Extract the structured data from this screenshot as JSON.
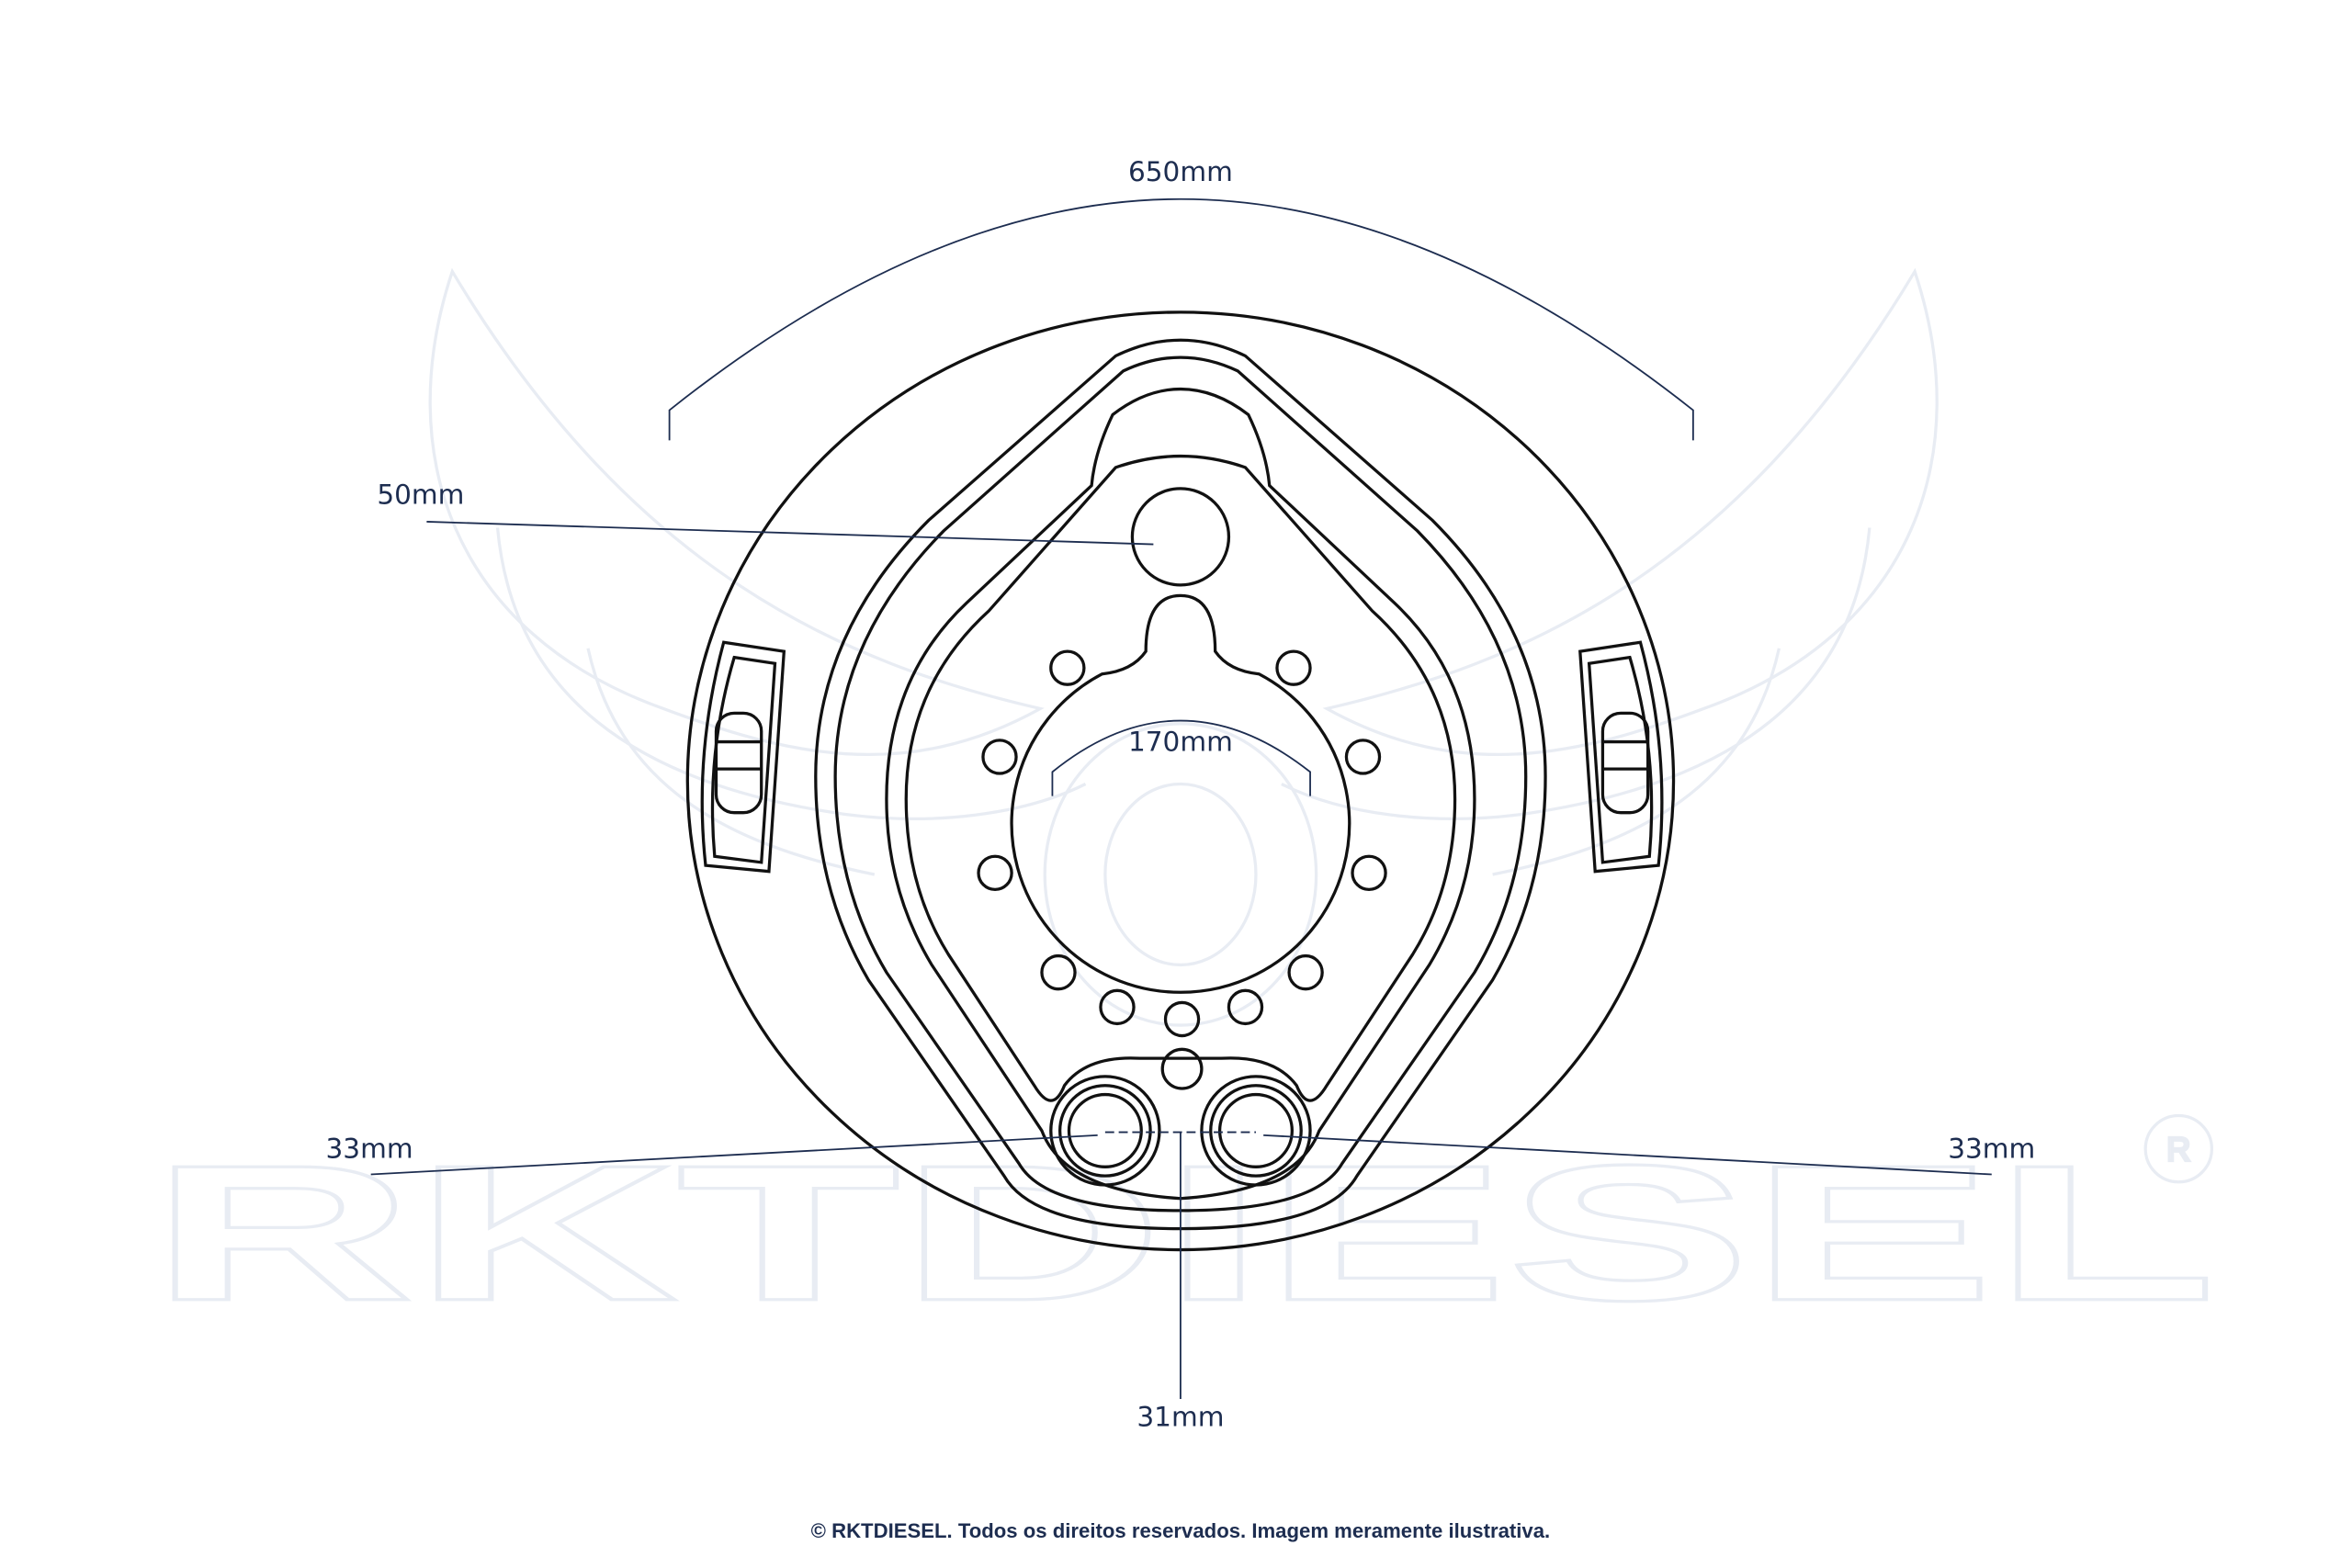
{
  "watermark": {
    "brand": "RKTDIESEL",
    "registered_mark": "®"
  },
  "dimensions": {
    "outer_width": "650mm",
    "top_hole": "50mm",
    "center_bore": "170mm",
    "port_left": "33mm",
    "port_right": "33mm",
    "port_spacing": "31mm"
  },
  "footer": {
    "copyright": "© RKTDIESEL. Todos os direitos reservados. Imagem meramente ilustrativa."
  },
  "colors": {
    "dimension_line": "#1d2d50",
    "part_outline": "#111111",
    "watermark": "#e8ecf3"
  }
}
